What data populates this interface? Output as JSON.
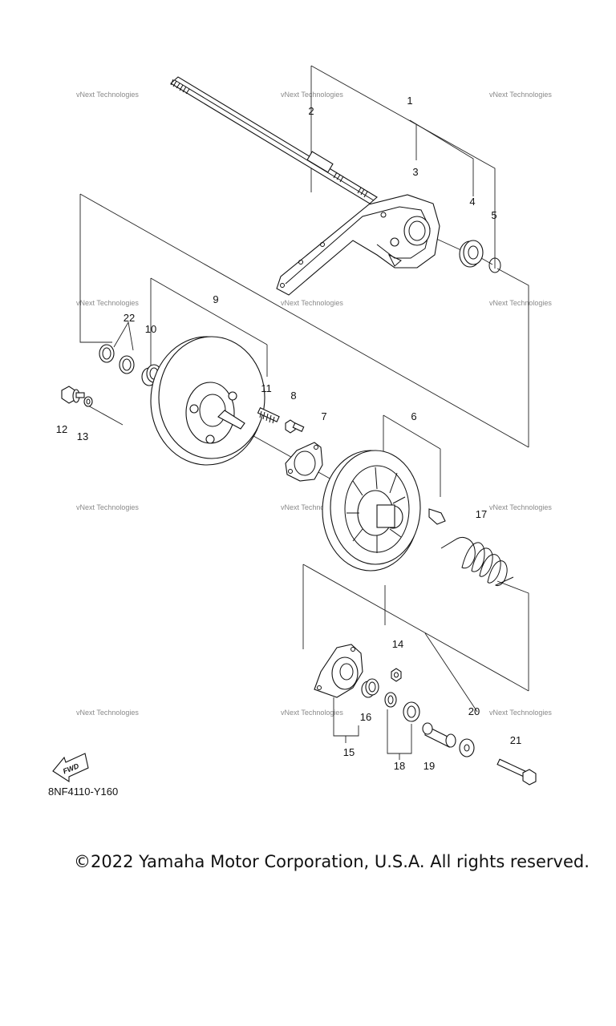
{
  "diagram": {
    "callouts": [
      "1",
      "2",
      "3",
      "4",
      "5",
      "6",
      "7",
      "8",
      "9",
      "10",
      "11",
      "12",
      "13",
      "14",
      "15",
      "16",
      "17",
      "18",
      "19",
      "20",
      "21",
      "22"
    ],
    "watermark": "vNext Technologies",
    "fwd_label": "FWD",
    "diagram_code": "8NF4110-Y160"
  },
  "footer": {
    "copyright": "©2022 Yamaha Motor Corporation, U.S.A. All rights reserved."
  }
}
